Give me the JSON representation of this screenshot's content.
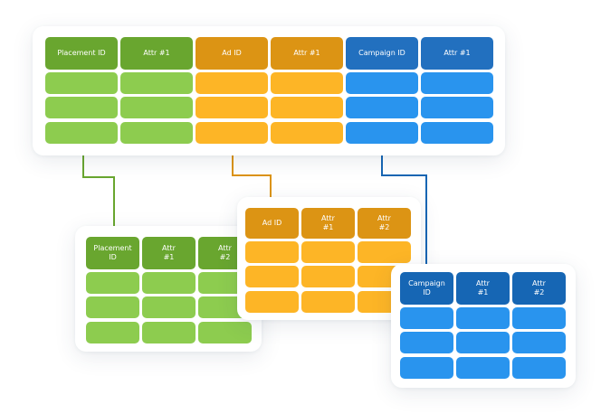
{
  "colors": {
    "green_header": "#69a62f",
    "green_body": "#8dcc4f",
    "orange_header": "#dc9414",
    "orange_body": "#fdb526",
    "blue_header": "#2270bf",
    "blue_body": "#2994ee",
    "blue_header_dark": "#1666b4"
  },
  "main_table": {
    "headers": [
      "Placement ID",
      "Attr #1",
      "Ad ID",
      "Attr #1",
      "Campaign ID",
      "Attr #1"
    ]
  },
  "placement_table": {
    "headers": [
      "Placement\nID",
      "Attr\n#1",
      "Attr\n#2"
    ]
  },
  "ad_table": {
    "headers": [
      "Ad ID",
      "Attr\n#1",
      "Attr\n#2"
    ]
  },
  "campaign_table": {
    "headers": [
      "Campaign\nID",
      "Attr\n#1",
      "Attr\n#2"
    ]
  }
}
